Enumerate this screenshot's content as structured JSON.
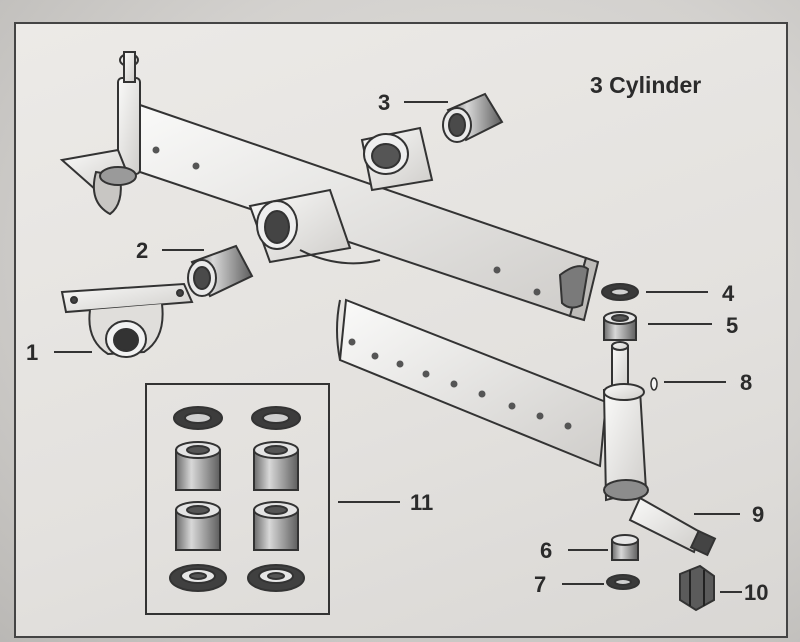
{
  "diagram": {
    "title": "3 Cylinder",
    "callouts": [
      {
        "id": "c1",
        "label": "1"
      },
      {
        "id": "c2",
        "label": "2"
      },
      {
        "id": "c3",
        "label": "3"
      },
      {
        "id": "c4",
        "label": "4"
      },
      {
        "id": "c5",
        "label": "5"
      },
      {
        "id": "c6",
        "label": "6"
      },
      {
        "id": "c7",
        "label": "7"
      },
      {
        "id": "c8",
        "label": "8"
      },
      {
        "id": "c9",
        "label": "9"
      },
      {
        "id": "c10",
        "label": "10"
      },
      {
        "id": "c11",
        "label": "11"
      }
    ]
  }
}
